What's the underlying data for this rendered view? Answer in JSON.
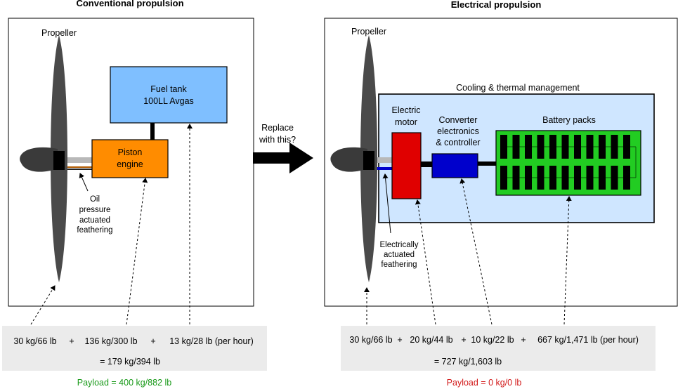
{
  "conventional": {
    "title": "Conventional propulsion",
    "propeller_label": "Propeller",
    "fuel_tank_line1": "Fuel tank",
    "fuel_tank_line2": "100LL Avgas",
    "engine_line1": "Piston",
    "engine_line2": "engine",
    "feather_line1": "Oil",
    "feather_line2": "pressure",
    "feather_line3": "actuated",
    "feather_line4": "feathering",
    "mass_propeller": "30 kg/66 lb",
    "plus1": "+",
    "mass_engine": "136 kg/300 lb",
    "plus2": "+",
    "mass_fuel": "13 kg/28 lb (per hour)",
    "total": "= 179 kg/394 lb",
    "payload": "Payload = 400 kg/882 lb",
    "payload_color": "#1a9a1a"
  },
  "replace": {
    "line1": "Replace",
    "line2": "with this?"
  },
  "electrical": {
    "title": "Electrical propulsion",
    "propeller_label": "Propeller",
    "cooling_label": "Cooling & thermal management",
    "motor_line1": "Electric",
    "motor_line2": "motor",
    "converter_line1": "Converter",
    "converter_line2": "electronics",
    "converter_line3": "& controller",
    "battery_label": "Battery packs",
    "feather_line1": "Electrically",
    "feather_line2": "actuated",
    "feather_line3": "feathering",
    "mass_propeller": "30 kg/66 lb",
    "plus1": "+",
    "mass_motor": "20 kg/44 lb",
    "plus2": "+",
    "mass_converter": "10 kg/22 lb",
    "plus3": "+",
    "mass_battery": "667 kg/1,471 lb (per hour)",
    "total": "= 727 kg/1,603 lb",
    "payload": "Payload = 0 kg/0 lb",
    "payload_color": "#d21a1a"
  },
  "colors": {
    "fuel_tank": "#7fbfff",
    "engine": "#ff8c00",
    "cooling": "#cfe6ff",
    "motor": "#e00000",
    "converter": "#0000cc",
    "battery_frame": "#22cc22",
    "battery_cell": "#000000",
    "summary_bg": "#ebebeb"
  }
}
